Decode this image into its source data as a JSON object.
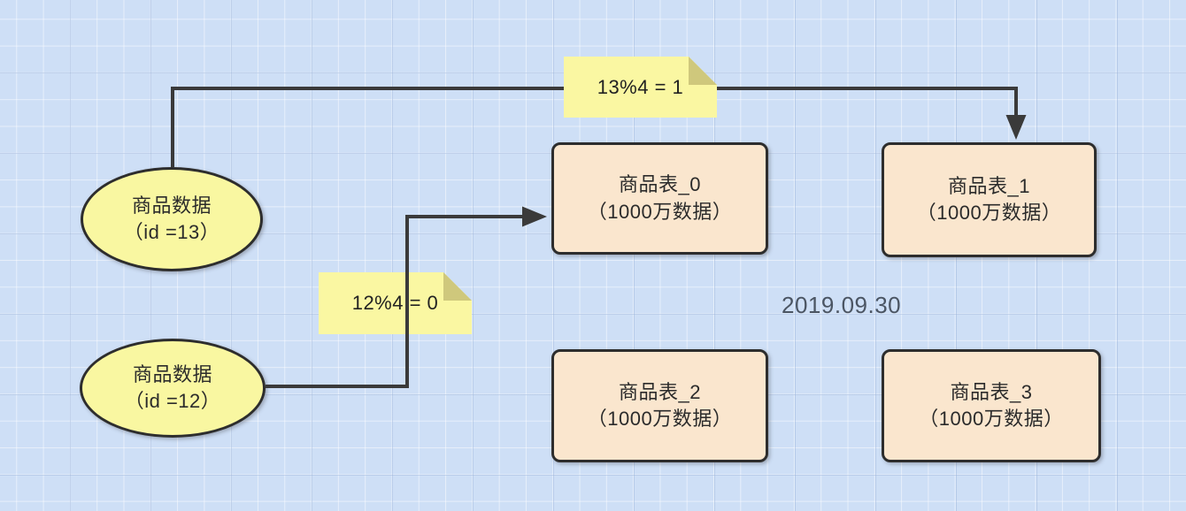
{
  "diagram": {
    "kind": "database-sharding-flow",
    "background_color": "#CEDFF6",
    "grid_minor_color": "#FFFFFF",
    "grid_major_color": "#96B0D8",
    "edge_color": "#3A3A3A",
    "node_border_color": "#2D2D2D",
    "nodes": [
      {
        "id": "source-13",
        "shape": "ellipse",
        "fill": "#F9F7A1",
        "line1": "商品数据",
        "line2": "（id =13）"
      },
      {
        "id": "source-12",
        "shape": "ellipse",
        "fill": "#F9F7A1",
        "line1": "商品数据",
        "line2": "（id =12）"
      },
      {
        "id": "table-0",
        "shape": "rounded-rect",
        "fill": "#FAE6CE",
        "line1": "商品表_0",
        "line2": "（1000万数据）"
      },
      {
        "id": "table-1",
        "shape": "rounded-rect",
        "fill": "#FAE6CE",
        "line1": "商品表_1",
        "line2": "（1000万数据）"
      },
      {
        "id": "table-2",
        "shape": "rounded-rect",
        "fill": "#FAE6CE",
        "line1": "商品表_2",
        "line2": "（1000万数据）"
      },
      {
        "id": "table-3",
        "shape": "rounded-rect",
        "fill": "#FAE6CE",
        "line1": "商品表_3",
        "line2": "（1000万数据）"
      }
    ],
    "notes": [
      {
        "id": "note-13",
        "text": "13%4 = 1",
        "fill": "#FAF7A2",
        "fold_color": "#CFC87C"
      },
      {
        "id": "note-12",
        "text": "12%4 = 0",
        "fill": "#FAF7A2",
        "fold_color": "#CFC87C"
      }
    ],
    "edges": [
      {
        "id": "edge-13-to-table-1",
        "from": "source-13",
        "to": "table-1",
        "label": "13%4 = 1"
      },
      {
        "id": "edge-12-to-table-0",
        "from": "source-12",
        "to": "table-0",
        "label": "12%4 = 0"
      }
    ],
    "date_label": {
      "text": "2019.09.30",
      "color": "#4B5563"
    }
  }
}
